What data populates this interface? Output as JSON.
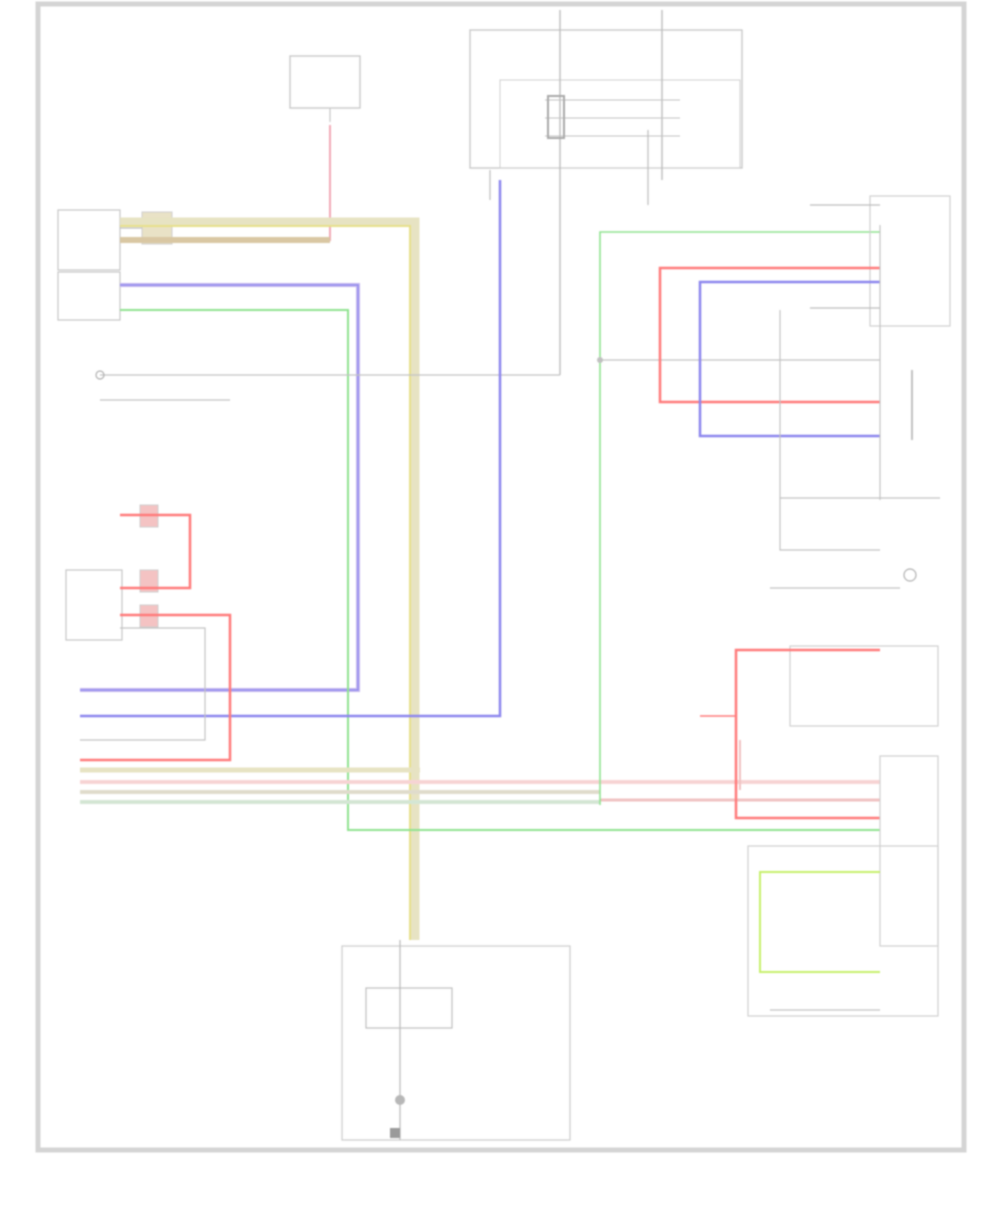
{
  "diagram": {
    "center_label": "",
    "page_number": ""
  },
  "colors": {
    "background": "#ffffff",
    "frame": "#d4d4d4",
    "wire_black": "#bdbdbd",
    "wire_red": "#ff7b7b",
    "wire_blue": "#8c86ee",
    "wire_green": "#8fe38f",
    "wire_yellow": "#e7e08a",
    "wire_pink": "#f2a9b5",
    "wire_tan": "#d9c7a3",
    "wire_lightgreen": "#c6f06a"
  },
  "components": [
    {
      "id": "fuse-top",
      "label": ""
    },
    {
      "id": "fuse-block-top-right",
      "label": ""
    },
    {
      "id": "ignition-switch",
      "label": ""
    },
    {
      "id": "mirror-module-left",
      "label": ""
    },
    {
      "id": "door-switch-left",
      "label": ""
    },
    {
      "id": "mirror-control-right",
      "label": ""
    },
    {
      "id": "power-window-switch",
      "label": ""
    },
    {
      "id": "body-control-module",
      "label": ""
    },
    {
      "id": "junction-block",
      "label": ""
    },
    {
      "id": "ground-bottom",
      "label": ""
    }
  ]
}
